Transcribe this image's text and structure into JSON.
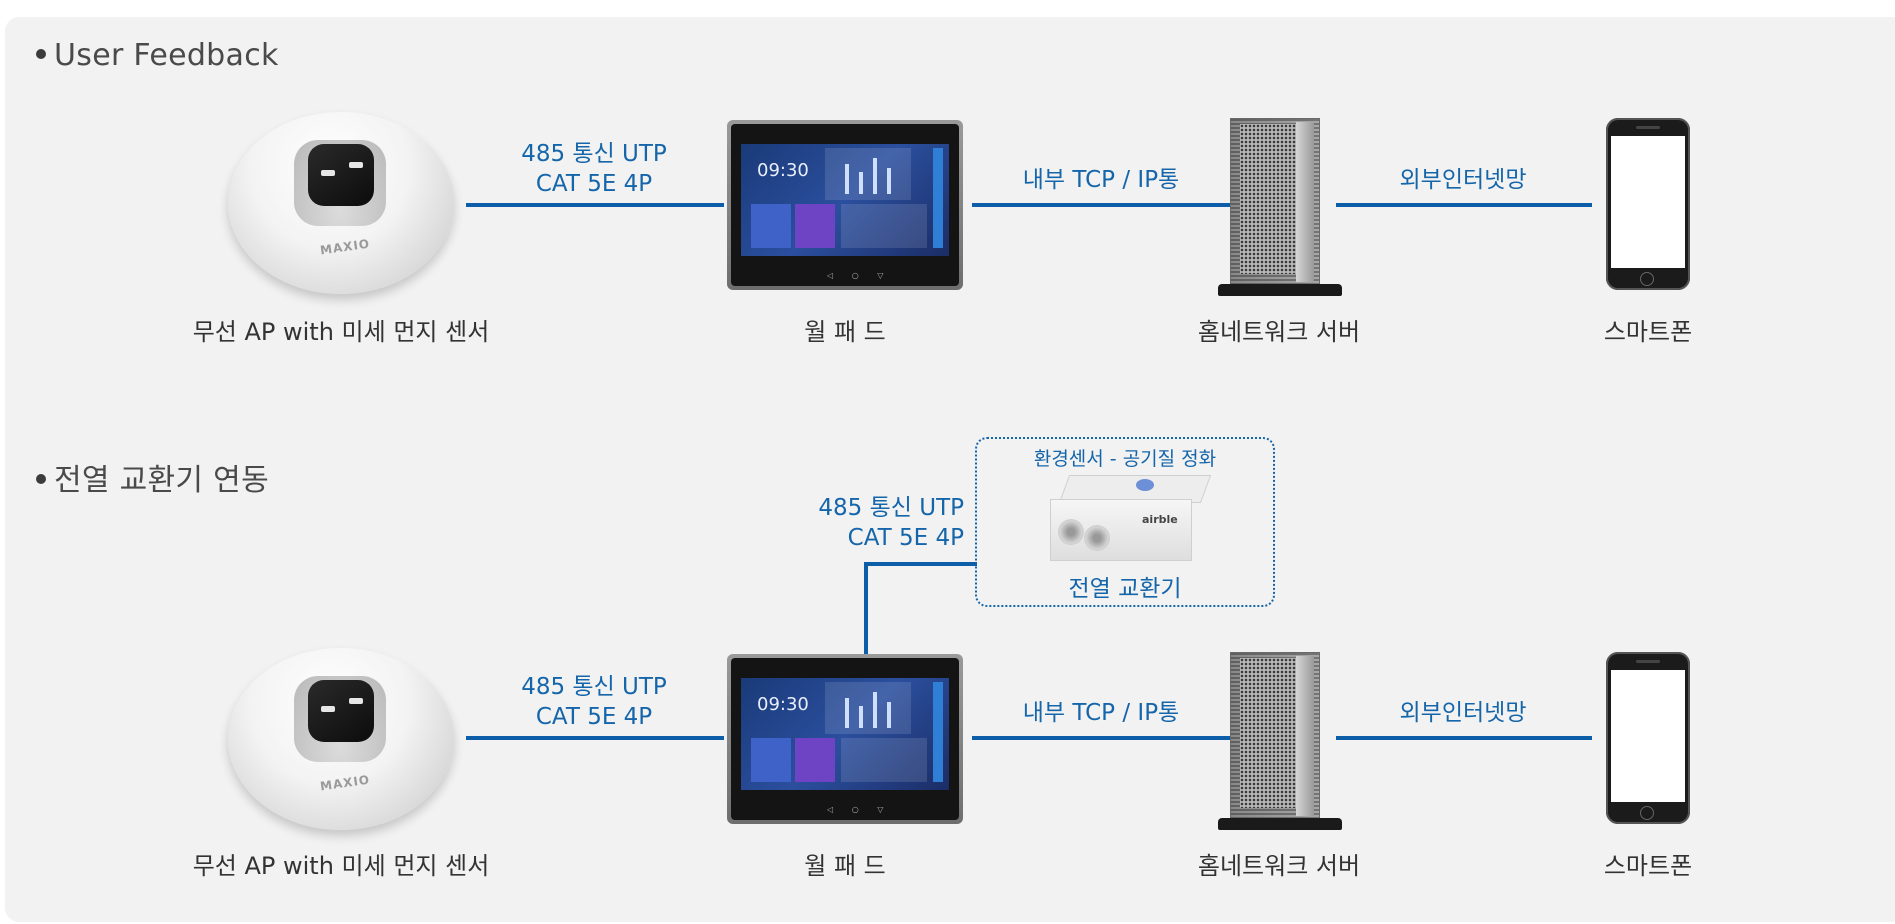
{
  "sections": [
    {
      "title": "User Feedback",
      "devices": {
        "sensor": "무선 AP with 미세 먼지 센서",
        "wallpad": "월 패 드",
        "server": "홈네트워크 서버",
        "phone": "스마트폰"
      },
      "links": {
        "sensor_wallpad": [
          "485 통신 UTP",
          "CAT 5E 4P"
        ],
        "wallpad_server": "내부 TCP / IP통",
        "server_phone": "외부인터넷망"
      }
    },
    {
      "title": "전열 교환기 연동",
      "devices": {
        "sensor": "무선 AP with 미세 먼지 센서",
        "wallpad": "월 패 드",
        "server": "홈네트워크 서버",
        "phone": "스마트폰"
      },
      "links": {
        "sensor_wallpad": [
          "485 통신 UTP",
          "CAT 5E 4P"
        ],
        "wallpad_server": "내부 TCP / IP통",
        "server_phone": "외부인터넷망",
        "wallpad_erv": [
          "485 통신 UTP",
          "CAT 5E 4P"
        ]
      },
      "erv": {
        "caption": "환경센서 - 공기질 정화",
        "name": "전열 교환기",
        "brand": "airble"
      }
    }
  ],
  "device_screen": {
    "clock": "09:30"
  },
  "sensor_brand": "MAXIO",
  "icons": [
    "sensor-device-icon",
    "wallpad-device-icon",
    "server-device-icon",
    "smartphone-device-icon",
    "erv-device-icon"
  ],
  "colors": {
    "link": "#0d5ea8",
    "link_text": "#1565ab",
    "panel": "#f1f2f1",
    "label_text": "#333333"
  }
}
